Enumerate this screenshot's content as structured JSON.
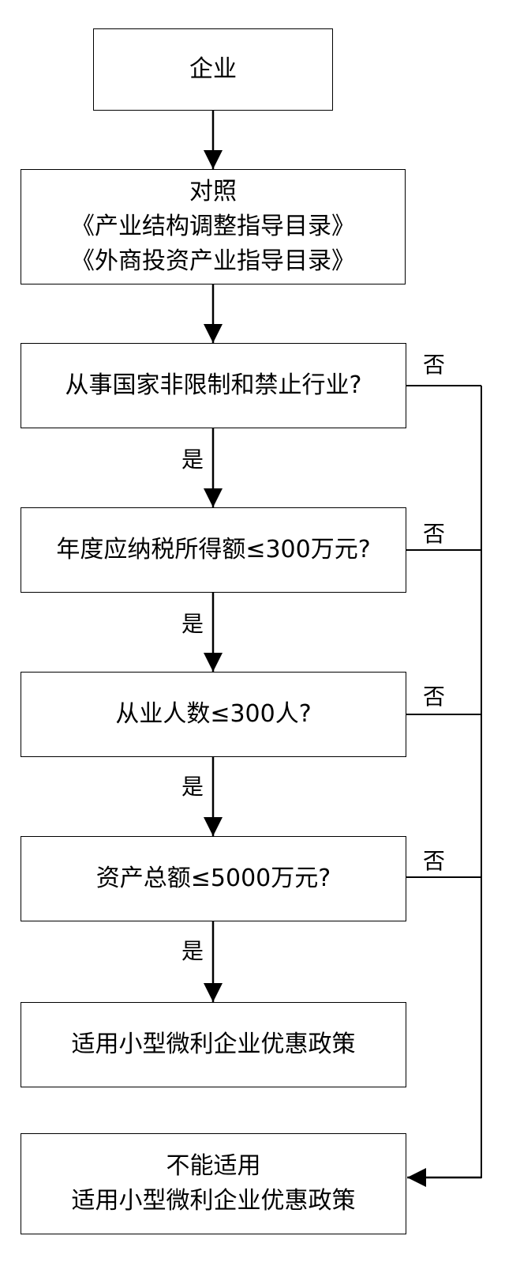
{
  "nodes": {
    "enterprise": "企业",
    "compare": {
      "line1": "对照",
      "line2": "《产业结构调整指导目录》",
      "line3": "《外商投资产业指导目录》"
    },
    "q_industry": "从事国家非限制和禁止行业?",
    "q_income": "年度应纳税所得额≤300万元?",
    "q_employees": "从业人数≤300人?",
    "q_assets": "资产总额≤5000万元?",
    "result_apply": "适用小型微利企业优惠政策",
    "result_not_apply": {
      "line1": "不能适用",
      "line2": "适用小型微利企业优惠政策"
    }
  },
  "labels": {
    "yes": "是",
    "no": "否"
  }
}
